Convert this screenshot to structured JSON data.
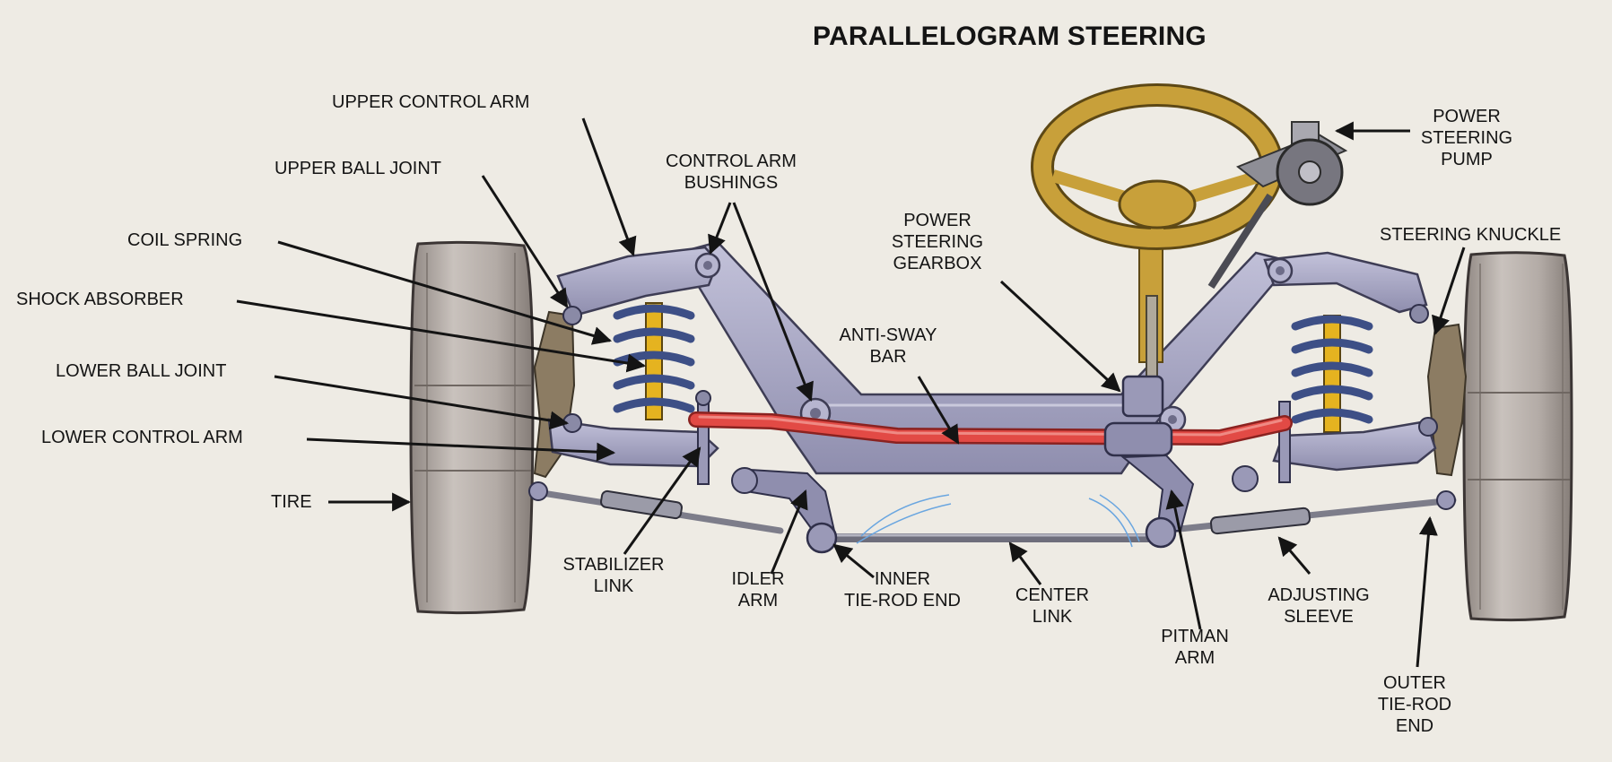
{
  "title": "PARALLELOGRAM STEERING",
  "labels": {
    "upper_control_arm": [
      "UPPER CONTROL ARM"
    ],
    "upper_ball_joint": [
      "UPPER BALL JOINT"
    ],
    "coil_spring": [
      "COIL SPRING"
    ],
    "shock_absorber": [
      "SHOCK ABSORBER"
    ],
    "lower_ball_joint": [
      "LOWER BALL JOINT"
    ],
    "lower_control_arm": [
      "LOWER CONTROL ARM"
    ],
    "tire": [
      "TIRE"
    ],
    "control_arm_bushings": [
      "CONTROL ARM",
      "BUSHINGS"
    ],
    "power_steering_gearbox": [
      "POWER",
      "STEERING",
      "GEARBOX"
    ],
    "anti_sway_bar": [
      "ANTI-SWAY",
      "BAR"
    ],
    "power_steering_pump": [
      "POWER",
      "STEERING",
      "PUMP"
    ],
    "steering_knuckle": [
      "STEERING KNUCKLE"
    ],
    "stabilizer_link": [
      "STABILIZER",
      "LINK"
    ],
    "idler_arm": [
      "IDLER",
      "ARM"
    ],
    "inner_tie_rod_end": [
      "INNER",
      "TIE-ROD END"
    ],
    "center_link": [
      "CENTER",
      "LINK"
    ],
    "pitman_arm": [
      "PITMAN",
      "ARM"
    ],
    "adjusting_sleeve": [
      "ADJUSTING",
      "SLEEVE"
    ],
    "outer_tie_rod_end": [
      "OUTER",
      "TIE-ROD",
      "END"
    ]
  },
  "colors": {
    "background": "#eeebe4",
    "frame_metal": "#a9a8c6",
    "spring": "#3d4f86",
    "shock": "#e5b320",
    "steering_wheel": "#c8a03a",
    "anti_sway_bar": "#e24a45",
    "tire": "#b8b1ac"
  }
}
